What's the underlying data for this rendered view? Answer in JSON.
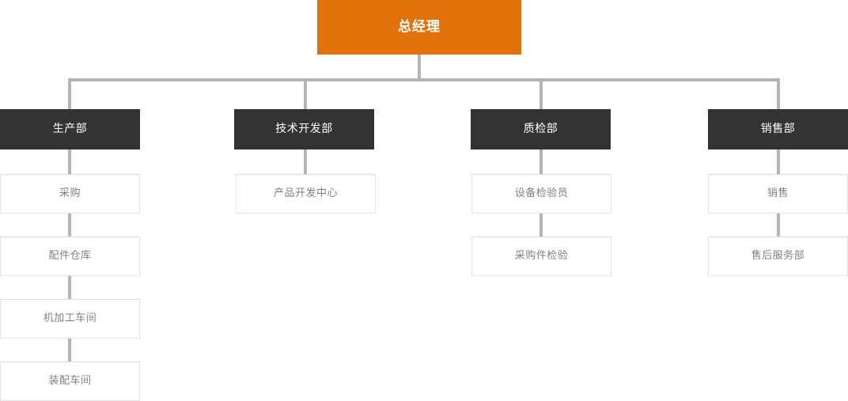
{
  "chart": {
    "type": "org-chart",
    "title": "",
    "root": {
      "label": "总经理",
      "color": "#e2710c",
      "text_color": "#ffffff"
    },
    "connector_color": "#b4b4b4",
    "dept_color": "#333333",
    "sub_border_color": "#e3e3e3",
    "sub_text_color": "#808080",
    "columns": [
      {
        "dept": "生产部",
        "children": [
          "采购",
          "配件仓库",
          "机加工车间",
          "装配车间"
        ]
      },
      {
        "dept": "技术开发部",
        "children": [
          "产品开发中心"
        ]
      },
      {
        "dept": "质检部",
        "children": [
          "设备检验员",
          "采购件检验"
        ]
      },
      {
        "dept": "销售部",
        "children": [
          "销售",
          "售后服务部"
        ]
      }
    ]
  }
}
